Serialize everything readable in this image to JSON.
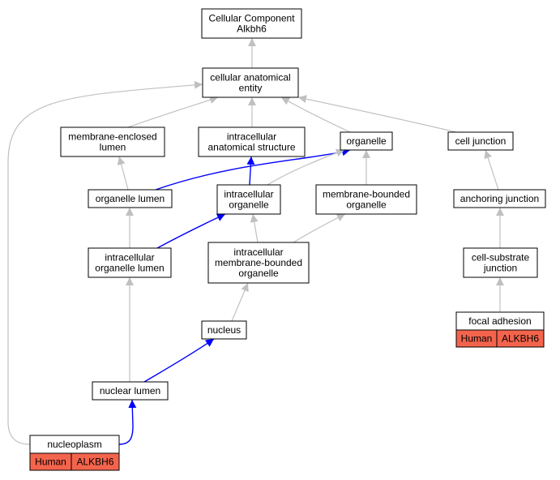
{
  "colors": {
    "background": "#ffffff",
    "node_border": "#000000",
    "node_fill": "#ffffff",
    "edge_gray": "#c0c0c0",
    "edge_blue": "#0000ff",
    "tag_fill": "#f4644c"
  },
  "nodes": [
    {
      "id": "cc_alkbh6",
      "lines": [
        "Cellular Component",
        "Alkbh6"
      ]
    },
    {
      "id": "cell_anat_entity",
      "lines": [
        "cellular anatomical",
        "entity"
      ]
    },
    {
      "id": "membrane_enclosed_lumen",
      "lines": [
        "membrane-enclosed",
        "lumen"
      ]
    },
    {
      "id": "intracellular_anat_structure",
      "lines": [
        "intracellular",
        "anatomical structure"
      ]
    },
    {
      "id": "organelle",
      "lines": [
        "organelle"
      ]
    },
    {
      "id": "cell_junction",
      "lines": [
        "cell junction"
      ]
    },
    {
      "id": "organelle_lumen",
      "lines": [
        "organelle lumen"
      ]
    },
    {
      "id": "intracellular_organelle",
      "lines": [
        "intracellular",
        "organelle"
      ]
    },
    {
      "id": "membrane_bounded_organelle",
      "lines": [
        "membrane-bounded",
        "organelle"
      ]
    },
    {
      "id": "anchoring_junction",
      "lines": [
        "anchoring junction"
      ]
    },
    {
      "id": "intracellular_organelle_lumen",
      "lines": [
        "intracellular",
        "organelle lumen"
      ]
    },
    {
      "id": "intracellular_mb_organelle",
      "lines": [
        "intracellular",
        "membrane-bounded",
        "organelle"
      ]
    },
    {
      "id": "cell_substrate_junction",
      "lines": [
        "cell-substrate",
        "junction"
      ]
    },
    {
      "id": "nucleus",
      "lines": [
        "nucleus"
      ]
    },
    {
      "id": "focal_adhesion",
      "lines": [
        "focal adhesion"
      ],
      "tags": [
        "Human",
        "ALKBH6"
      ]
    },
    {
      "id": "nuclear_lumen",
      "lines": [
        "nuclear lumen"
      ]
    },
    {
      "id": "nucleoplasm",
      "lines": [
        "nucleoplasm"
      ],
      "tags": [
        "Human",
        "ALKBH6"
      ]
    }
  ],
  "edges": [
    {
      "from": "cell_anat_entity",
      "to": "cc_alkbh6",
      "style": "gray"
    },
    {
      "from": "membrane_enclosed_lumen",
      "to": "cell_anat_entity",
      "style": "gray"
    },
    {
      "from": "intracellular_anat_structure",
      "to": "cell_anat_entity",
      "style": "gray"
    },
    {
      "from": "organelle",
      "to": "cell_anat_entity",
      "style": "gray"
    },
    {
      "from": "cell_junction",
      "to": "cell_anat_entity",
      "style": "gray"
    },
    {
      "from": "nucleoplasm",
      "to": "cell_anat_entity",
      "style": "gray"
    },
    {
      "from": "organelle_lumen",
      "to": "membrane_enclosed_lumen",
      "style": "gray"
    },
    {
      "from": "organelle_lumen",
      "to": "organelle",
      "style": "blue"
    },
    {
      "from": "intracellular_organelle",
      "to": "intracellular_anat_structure",
      "style": "blue"
    },
    {
      "from": "intracellular_organelle",
      "to": "organelle",
      "style": "gray"
    },
    {
      "from": "membrane_bounded_organelle",
      "to": "organelle",
      "style": "gray"
    },
    {
      "from": "anchoring_junction",
      "to": "cell_junction",
      "style": "gray"
    },
    {
      "from": "intracellular_organelle_lumen",
      "to": "organelle_lumen",
      "style": "gray"
    },
    {
      "from": "intracellular_organelle_lumen",
      "to": "intracellular_organelle",
      "style": "blue"
    },
    {
      "from": "intracellular_mb_organelle",
      "to": "intracellular_organelle",
      "style": "gray"
    },
    {
      "from": "intracellular_mb_organelle",
      "to": "membrane_bounded_organelle",
      "style": "gray"
    },
    {
      "from": "cell_substrate_junction",
      "to": "anchoring_junction",
      "style": "gray"
    },
    {
      "from": "nucleus",
      "to": "intracellular_mb_organelle",
      "style": "gray"
    },
    {
      "from": "focal_adhesion",
      "to": "cell_substrate_junction",
      "style": "gray"
    },
    {
      "from": "nuclear_lumen",
      "to": "intracellular_organelle_lumen",
      "style": "gray"
    },
    {
      "from": "nuclear_lumen",
      "to": "nucleus",
      "style": "blue"
    },
    {
      "from": "nucleoplasm",
      "to": "nuclear_lumen",
      "style": "blue"
    }
  ]
}
